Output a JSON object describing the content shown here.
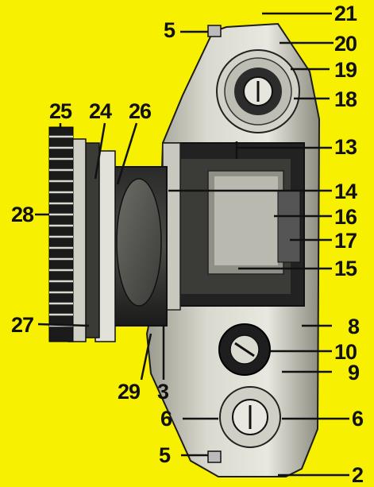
{
  "colors": {
    "background": "#f7f000",
    "ink": "#111111"
  },
  "figure": {
    "subject": "camera-top-view-illustration"
  },
  "labels": {
    "n21": "21",
    "n20": "20",
    "n19": "19",
    "n18": "18",
    "n5_top": "5",
    "n5_bottom": "5",
    "n25": "25",
    "n24": "24",
    "n26": "26",
    "n13": "13",
    "n14": "14",
    "n16": "16",
    "n17": "17",
    "n15": "15",
    "n28": "28",
    "n27": "27",
    "n8": "8",
    "n10": "10",
    "n9": "9",
    "n29": "29",
    "n3": "3",
    "n6_left": "6",
    "n6_right": "6",
    "n2": "2"
  }
}
